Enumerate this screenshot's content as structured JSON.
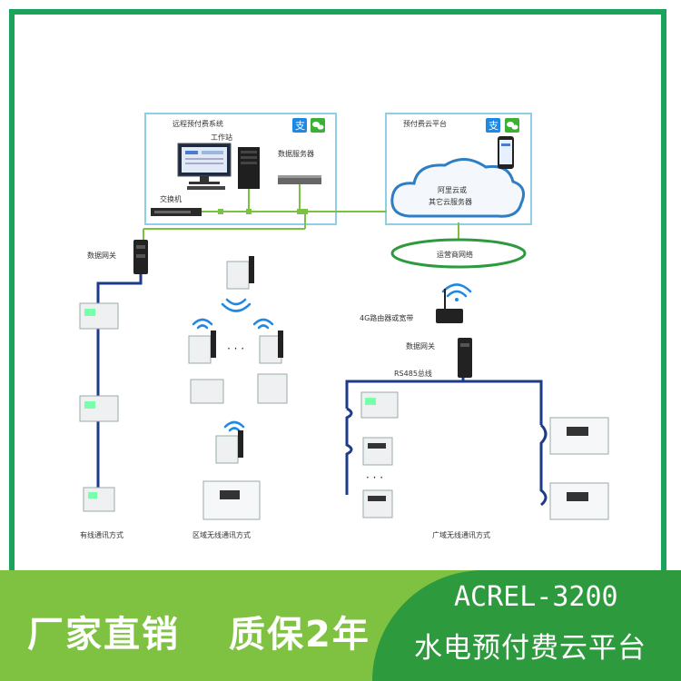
{
  "diagram": {
    "remote_system": "远程预付费系统",
    "workstation": "工作站",
    "data_server": "数据服务器",
    "switch": "交换机",
    "cloud_platform": "预付费云平台",
    "cloud_line1": "阿里云或",
    "cloud_line2": "其它云服务器",
    "carrier_network": "运营商网络",
    "router": "4G路由器或宽带",
    "gateway_left": "数据网关",
    "gateway_right": "数据网关",
    "rs485": "RS485总线",
    "wired": "有线通讯方式",
    "regional_wireless": "区域无线通讯方式",
    "wide_wireless": "广域无线通讯方式",
    "alipay_glyph": "支",
    "dots": "· · ·"
  },
  "banner": {
    "slogan1": "厂家直销",
    "slogan2": "质保2年",
    "model": "ACREL-3200",
    "subtitle": "水电预付费云平台"
  },
  "colors": {
    "frame": "#1aa35a",
    "box_border": "#8ecfe6",
    "green_line": "#7cc242",
    "blue_line": "#1e3a8a",
    "banner_light": "#7fc242",
    "banner_dark": "#2e9a3e",
    "cloud": "#2d7ec4",
    "oval": "#2e9a3e"
  }
}
